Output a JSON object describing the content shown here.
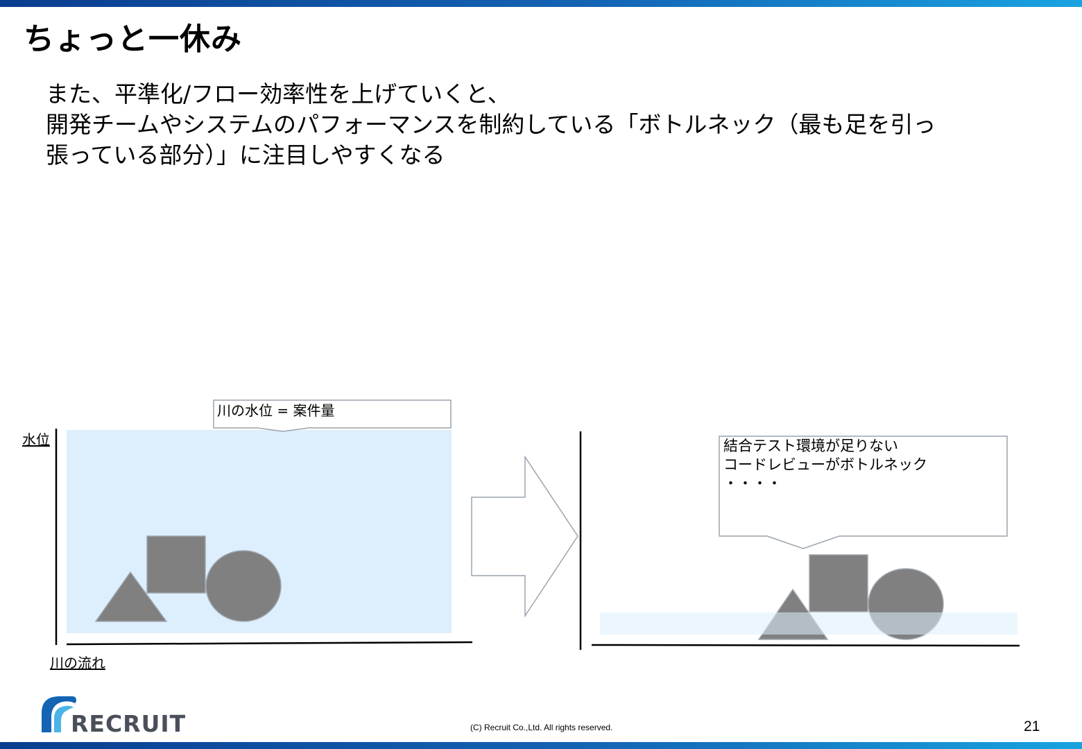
{
  "title": "ちょっと一休み",
  "body_lines": [
    "また、平準化/フロー効率性を上げていくと、",
    "開発チームやシステムのパフォーマンスを制約している「ボトルネック（最も足を引っ",
    "張っている部分）」に注目しやすくなる"
  ],
  "left_diagram": {
    "y_axis_label": "水位",
    "x_axis_label": "川の流れ",
    "callout": "川の水位 = 案件量"
  },
  "right_diagram": {
    "callout_lines": [
      "結合テスト環境が足りない",
      "コードレビューがボトルネック",
      "・・・・"
    ]
  },
  "colors": {
    "water": "#ddeefc",
    "shape": "#808080",
    "brand": "#1464b4"
  },
  "footer": {
    "logo_text": "RECRUIT",
    "copyright": "(C) Recruit Co.,Ltd. All rights reserved.",
    "page_number": "21"
  }
}
